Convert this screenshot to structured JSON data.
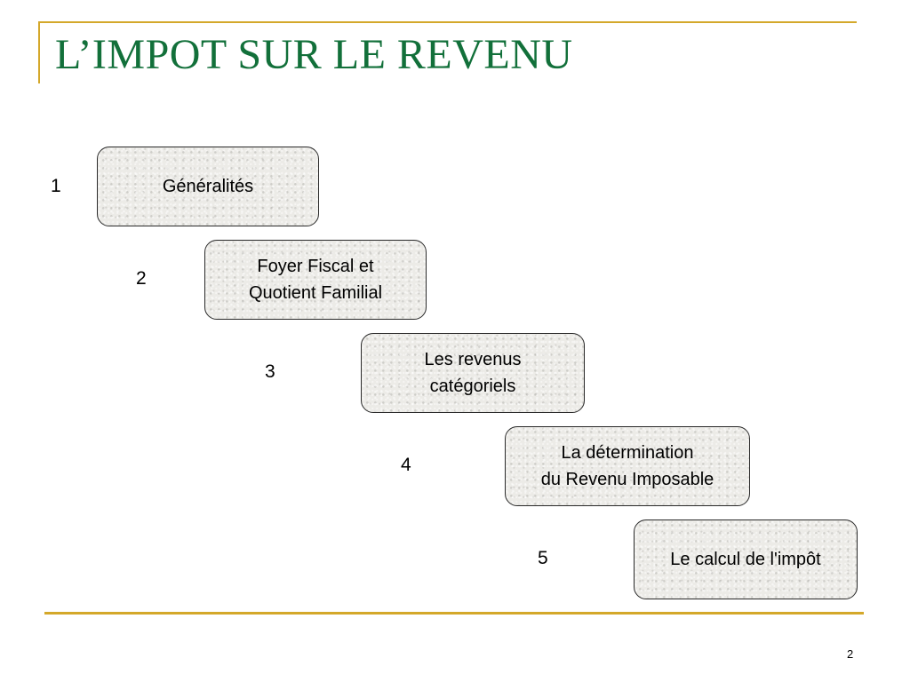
{
  "slide": {
    "title": "L’IMPOT SUR LE REVENU",
    "page_number": "2",
    "accent_color": "#d4a82a",
    "title_color": "#12703a"
  },
  "steps": [
    {
      "number": "1",
      "label": "Généralités"
    },
    {
      "number": "2",
      "label": "Foyer Fiscal et\nQuotient Familial"
    },
    {
      "number": "3",
      "label": "Les revenus\ncatégoriels"
    },
    {
      "number": "4",
      "label": "La détermination\ndu Revenu Imposable"
    },
    {
      "number": "5",
      "label": "Le calcul de l'impôt"
    }
  ]
}
